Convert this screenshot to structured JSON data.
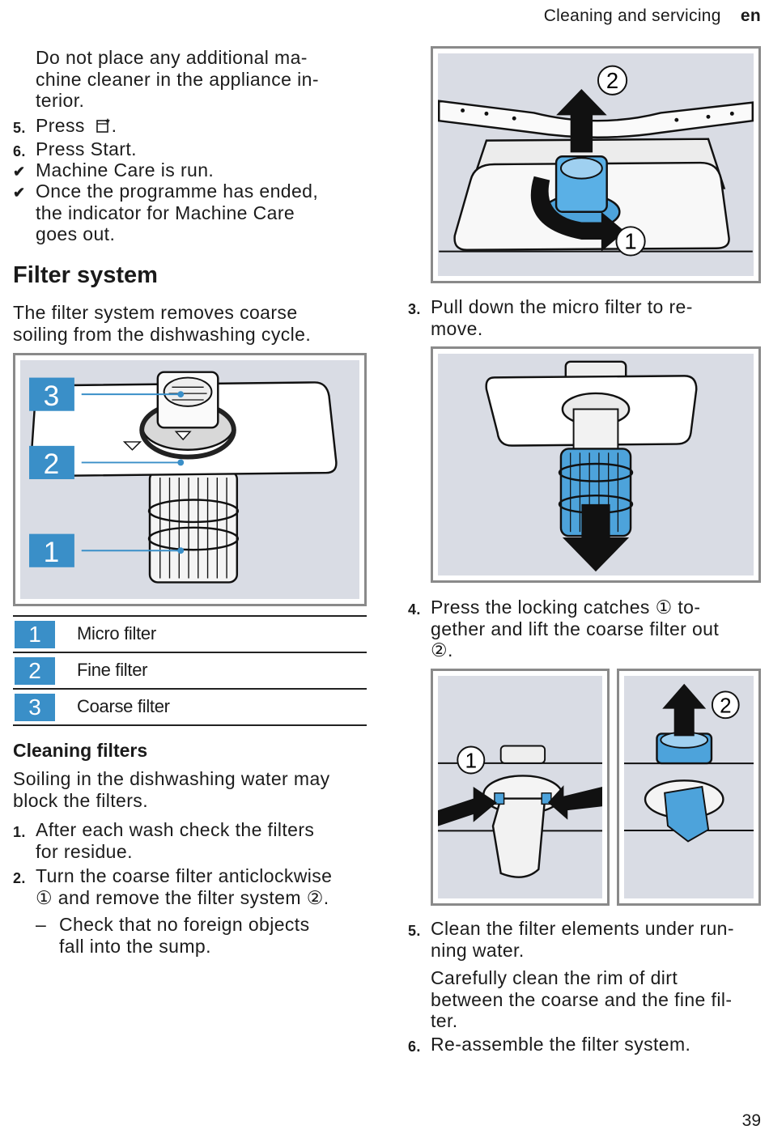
{
  "header": {
    "section": "Cleaning and servicing",
    "lang": "en"
  },
  "page_number": "39",
  "left": {
    "intro_lines": [
      "Do not place any additional ma-",
      "chine cleaner in the appliance in-",
      "terior."
    ],
    "step5": {
      "num": "5.",
      "text": "Press",
      "icon": "machine-care-icon",
      "after": "."
    },
    "step6": {
      "num": "6.",
      "text": "Press Start."
    },
    "result1": "Machine Care is run.",
    "result2_lines": [
      "Once the programme has ended,",
      "the indicator for Machine Care",
      "goes out."
    ],
    "filter_title": "Filter system",
    "filter_desc_lines": [
      "The filter system removes coarse",
      "soiling from the dishwashing cycle."
    ],
    "callouts": [
      "3",
      "2",
      "1"
    ],
    "legend": [
      {
        "num": "1",
        "label": "Micro filter"
      },
      {
        "num": "2",
        "label": "Fine filter"
      },
      {
        "num": "3",
        "label": "Coarse filter"
      }
    ],
    "cleaning_title": "Cleaning filters",
    "cleaning_desc_lines": [
      "Soiling in the dishwashing water may",
      "block the filters."
    ],
    "c_step1": {
      "num": "1.",
      "lines": [
        "After each wash check the filters",
        "for residue."
      ]
    },
    "c_step2": {
      "num": "2.",
      "lines": [
        "Turn the coarse filter anticlockwise",
        "① and remove the filter system ②."
      ]
    },
    "c_step2_sub": {
      "dash": "–",
      "lines": [
        "Check that no foreign objects",
        "fall into the sump."
      ]
    }
  },
  "right": {
    "fig1_labels": [
      "②",
      "①"
    ],
    "step3": {
      "num": "3.",
      "lines": [
        "Pull down the micro filter to re-",
        "move."
      ]
    },
    "step4": {
      "num": "4.",
      "lines": [
        "Press the locking catches ① to-",
        "gether and lift the coarse filter out",
        "②."
      ]
    },
    "fig3_labels": [
      "①",
      "②"
    ],
    "step5": {
      "num": "5.",
      "lines": [
        "Clean the filter elements under run-",
        "ning water."
      ]
    },
    "step5_note_lines": [
      "Carefully clean the rim of dirt",
      "between the coarse and the fine fil-",
      "ter."
    ],
    "step6": {
      "num": "6.",
      "text": "Re-assemble the filter system."
    }
  },
  "colors": {
    "accent": "#3a8fc8",
    "panel": "#d9dce4",
    "filter_blue": "#4da3db"
  }
}
